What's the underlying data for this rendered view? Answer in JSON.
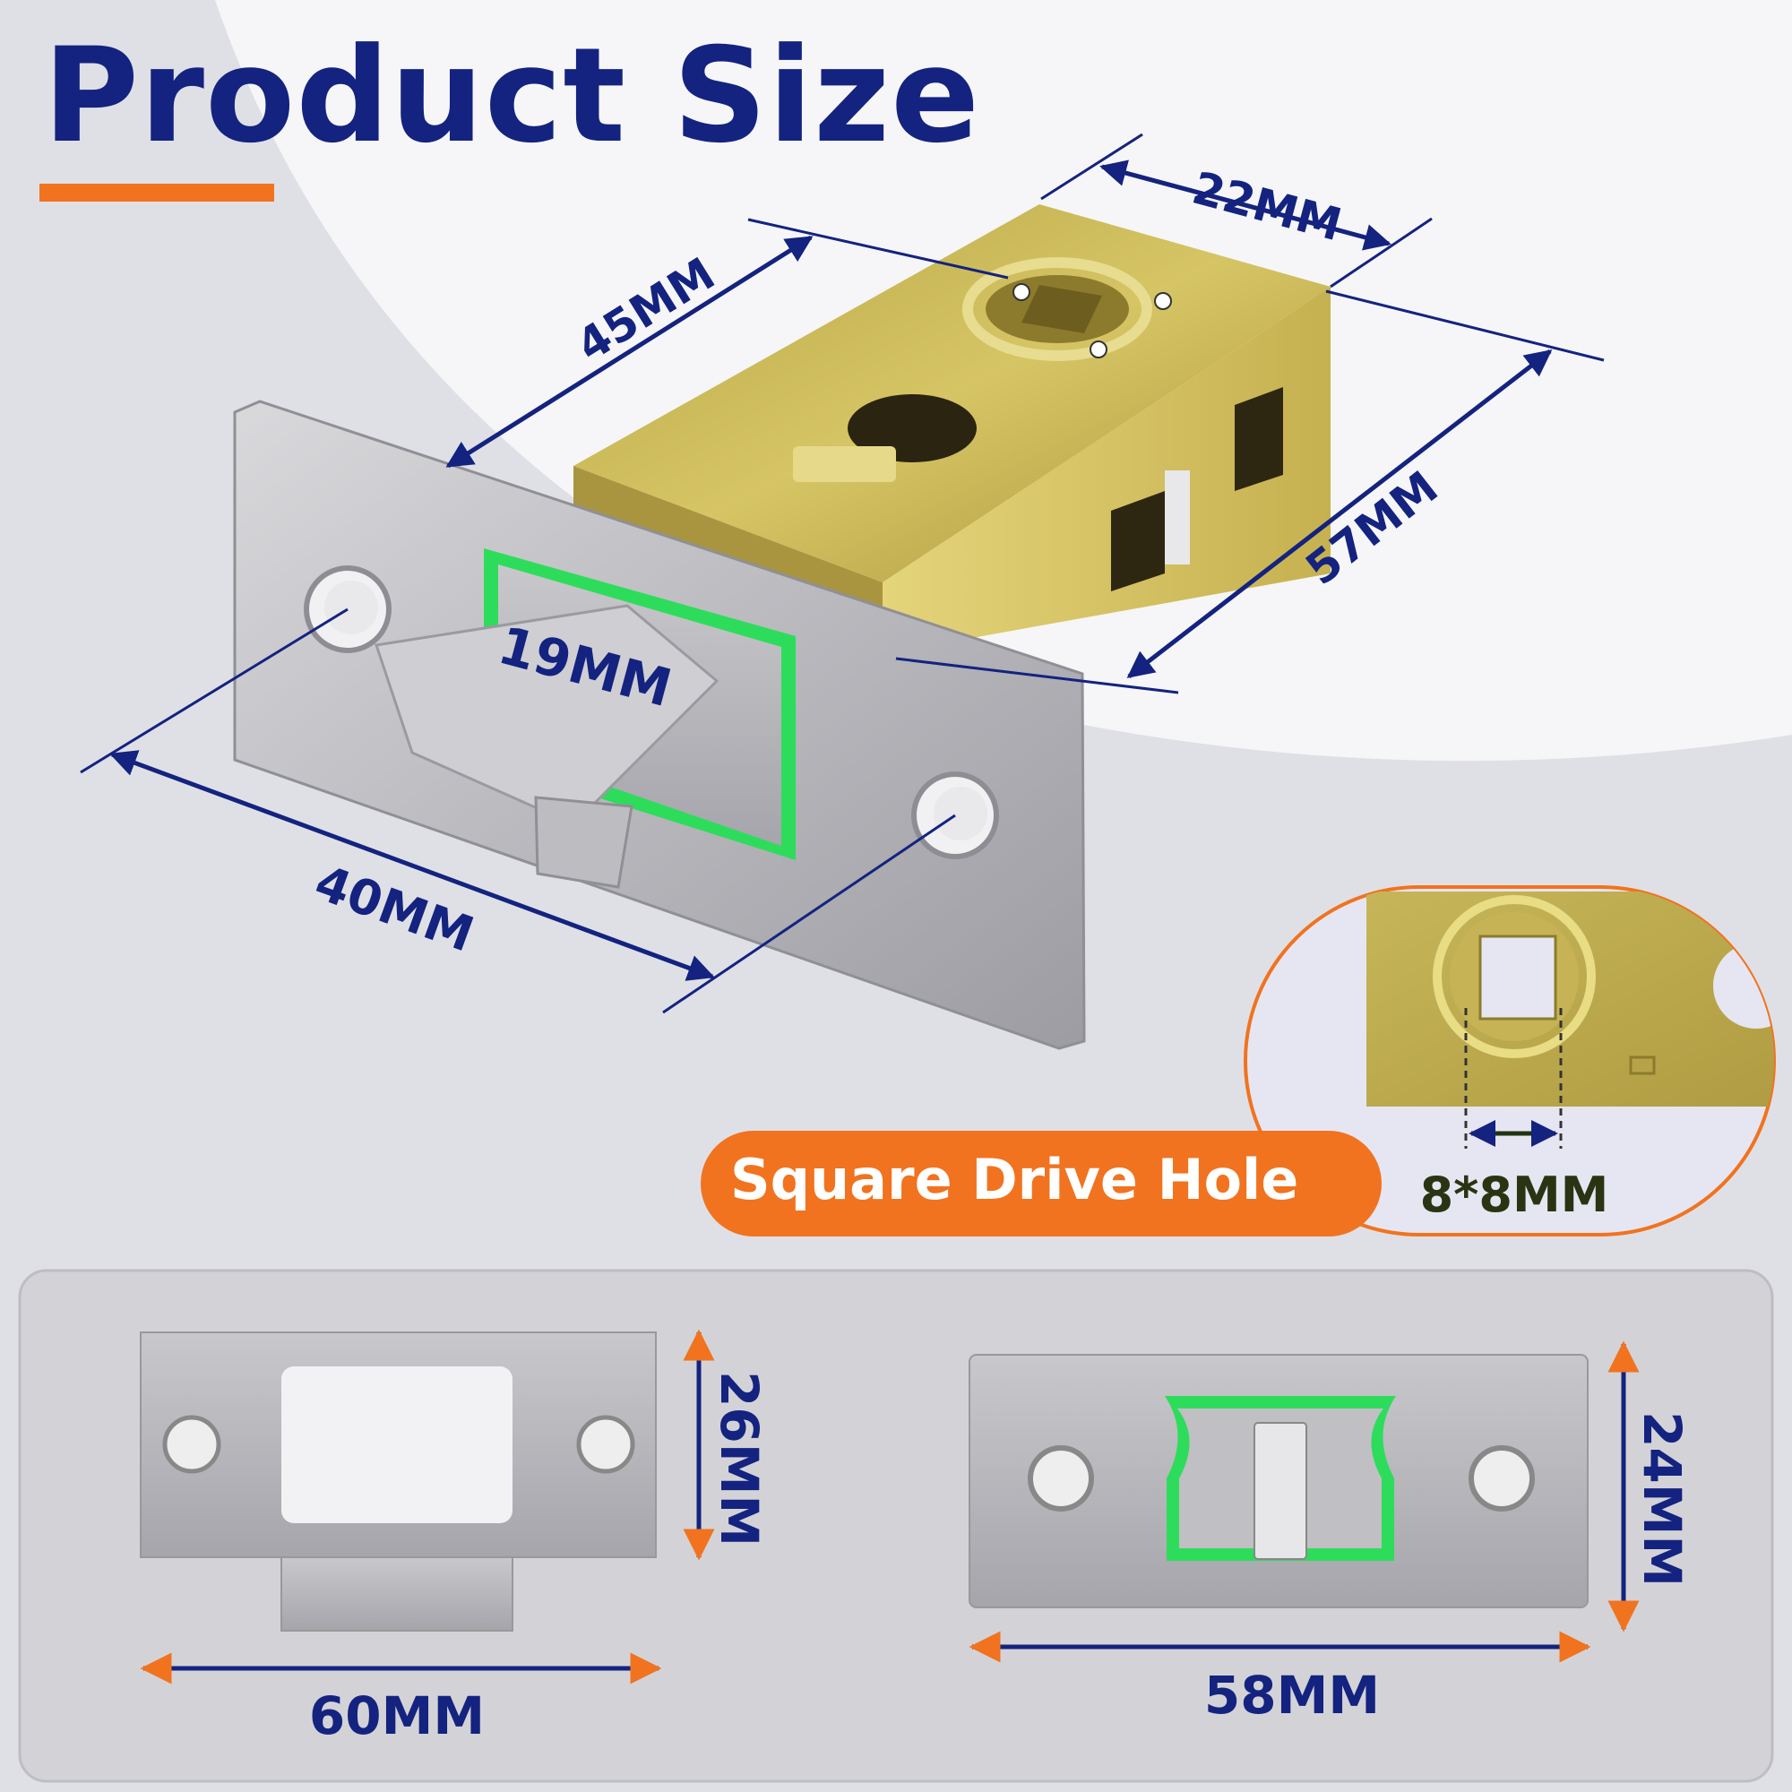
{
  "title": "Product Size",
  "accent_color": "#f1731f",
  "label_color": "#14237f",
  "highlight_color": "#2edc5b",
  "callout": {
    "label": "Square Drive Hole",
    "dimension": "8*8MM"
  },
  "dimensions": {
    "depth": "45MM",
    "body_width": "22MM",
    "body_height": "57MM",
    "latch_width": "19MM",
    "faceplate_width": "40MM",
    "strike_width": "60MM",
    "strike_height": "26MM",
    "faceplate_length": "58MM",
    "faceplate_height": "24MM"
  }
}
